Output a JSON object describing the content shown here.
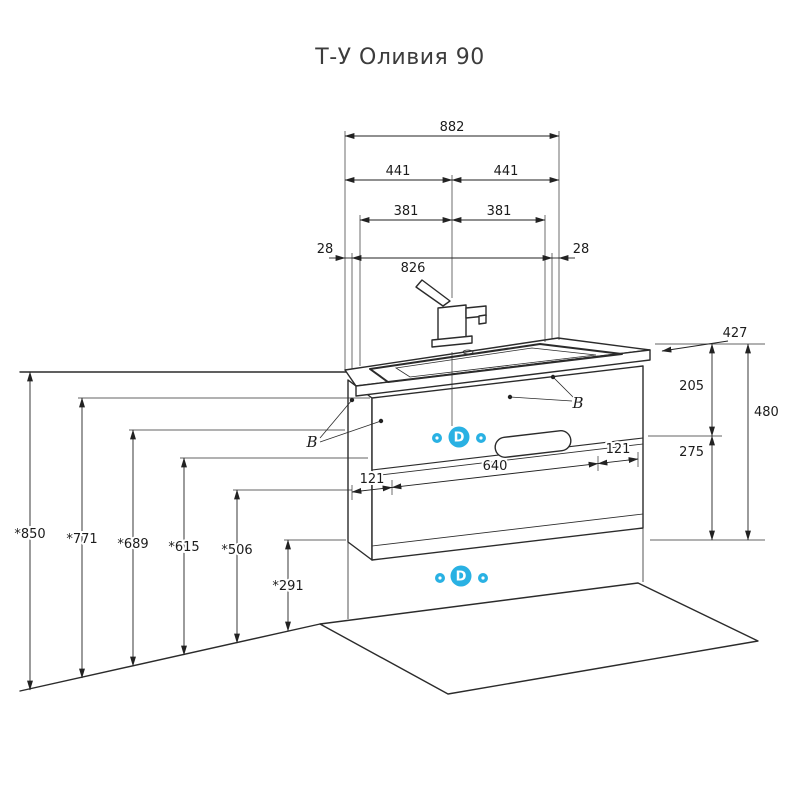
{
  "title": "Т-У Оливия 90",
  "colors": {
    "line": "#2b2b2b",
    "accent": "#29b1e3"
  },
  "dims": {
    "w_total": "882",
    "w_half_l": "441",
    "w_half_r": "441",
    "w_inner_l": "381",
    "w_inner_r": "381",
    "m_l": "28",
    "m_r": "28",
    "w_span": "826",
    "depth": "427",
    "h_upper": "205",
    "h_total": "480",
    "h_lower": "275",
    "f1": "*850",
    "f2": "*771",
    "f3": "*689",
    "f4": "*615",
    "f5": "*506",
    "f6": "*291",
    "b_l": "121",
    "b_c": "640",
    "b_r": "121"
  },
  "markers": {
    "b": "B",
    "d": "D"
  }
}
